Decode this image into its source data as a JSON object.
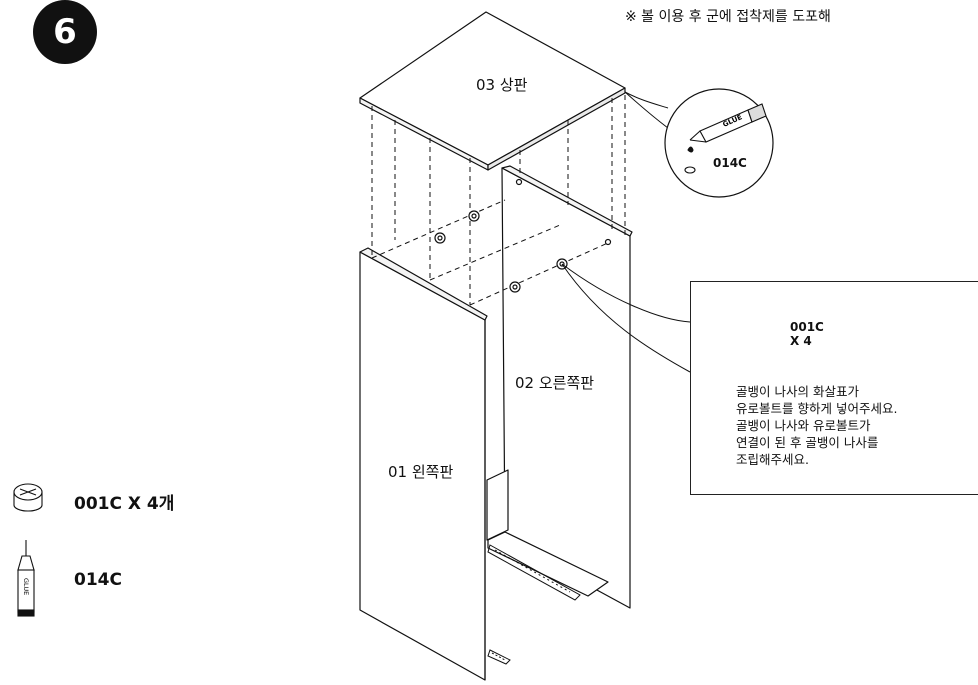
{
  "step": {
    "number": "6"
  },
  "top_note": "※ 볼 이용 후 군에 접착제를 도포해",
  "parts": {
    "top": "03 상판",
    "right": "02 오른쪽판",
    "left": "01 왼쪽판"
  },
  "detail_glue": {
    "code": "014C",
    "tube_label": "GLUE"
  },
  "info_box": {
    "cam_code": "001C",
    "cam_qty": "X 4",
    "instructions": [
      "골뱅이 나사의 화살표가",
      "유로볼트를 향하게 넣어주세요.",
      "골뱅이 나사와 유로볼트가",
      "연결이 된 후 골뱅이 나사를",
      "조립해주세요."
    ]
  },
  "legend": [
    {
      "icon": "cam-lock-icon",
      "text": "001C X 4개"
    },
    {
      "icon": "glue-tube-icon",
      "text": "014C",
      "tube_label": "GLUE"
    }
  ]
}
